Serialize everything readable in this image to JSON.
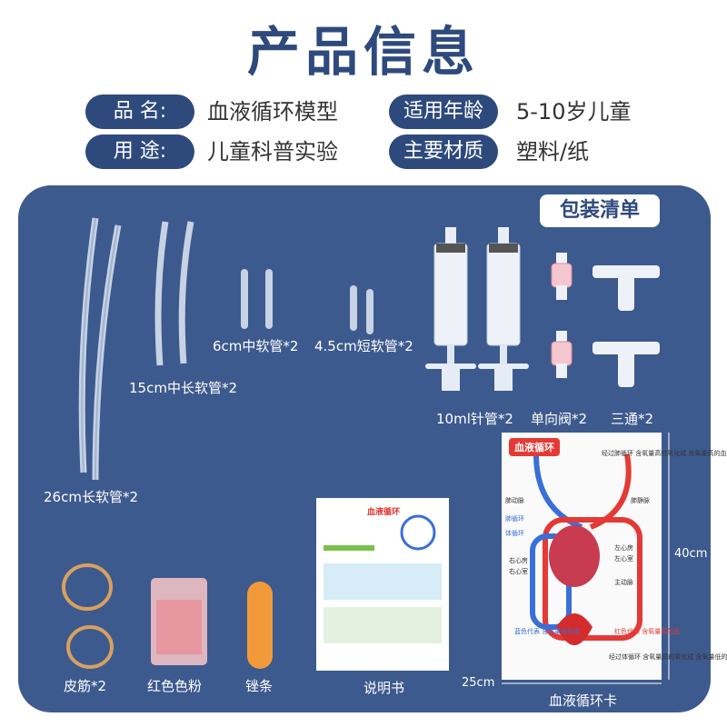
{
  "title": "产品信息",
  "info": {
    "name_key": "品 名:",
    "name_val": "血液循环模型",
    "age_key": "适用年龄",
    "age_val": "5-10岁儿童",
    "use_key": "用 途:",
    "use_val": "儿童科普实验",
    "material_key": "主要材质",
    "material_val": "塑料/纸"
  },
  "package": {
    "tag": "包装清单",
    "items": {
      "tube26": "26cm长软管*2",
      "tube15": "15cm中长软管*2",
      "tube6": "6cm中软管*2",
      "tube45": "4.5cm短软管*2",
      "syringe": "10ml针管*2",
      "valve": "单向阀*2",
      "tee": "三通*2",
      "band": "皮筋*2",
      "powder": "红色色粉",
      "stick": "锉条",
      "manual": "说明书",
      "card": "血液循环卡"
    },
    "dims": {
      "height": "40cm",
      "width": "25cm"
    }
  },
  "card": {
    "title": "血液循环",
    "labels": {
      "a": "经过肺循环\n含氧量高的氧化成\n含氧量高的血",
      "b": "肺静脉",
      "c": "肺动脉",
      "d": "肺循环",
      "e": "体循环",
      "f": "右心房",
      "g": "右心室",
      "h": "左心房",
      "i": "左心室",
      "j": "主动脉",
      "k": "蓝色代表\n含氧量低的血",
      "l": "红色代表\n含氧量高的血",
      "m": "经过体循环\n含氧量高的氧化成\n含氧量低的血"
    }
  },
  "manual": {
    "title": "血液循环"
  },
  "colors": {
    "navy": "#2e4a7d",
    "panel": "#3d5a8e",
    "red": "#e53935",
    "blue": "#3a6fd8"
  }
}
